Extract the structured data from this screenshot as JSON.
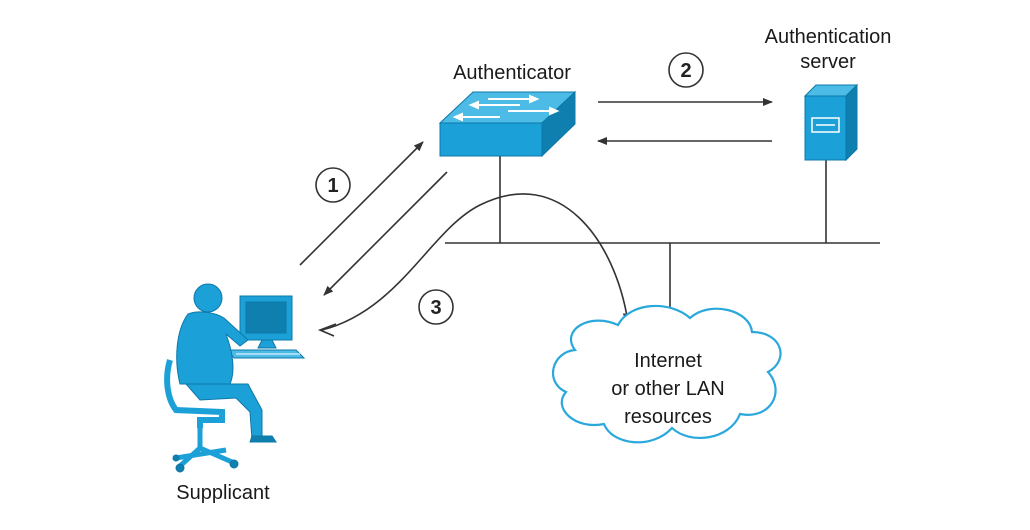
{
  "labels": {
    "authenticator": "Authenticator",
    "auth_server_line1": "Authentication",
    "auth_server_line2": "server",
    "supplicant": "Supplicant",
    "cloud_line1": "Internet",
    "cloud_line2": "or other LAN",
    "cloud_line3": "resources"
  },
  "steps": {
    "step1": "1",
    "step2": "2",
    "step3": "3"
  },
  "colors": {
    "device_blue": "#1ba1d8",
    "device_dark": "#0f7fb0",
    "cloud_outline": "#2aa8dc",
    "line": "#333333"
  },
  "icons": {
    "authenticator": "network-switch-icon",
    "auth_server": "server-icon",
    "supplicant": "user-at-workstation-icon",
    "network": "cloud-icon"
  }
}
